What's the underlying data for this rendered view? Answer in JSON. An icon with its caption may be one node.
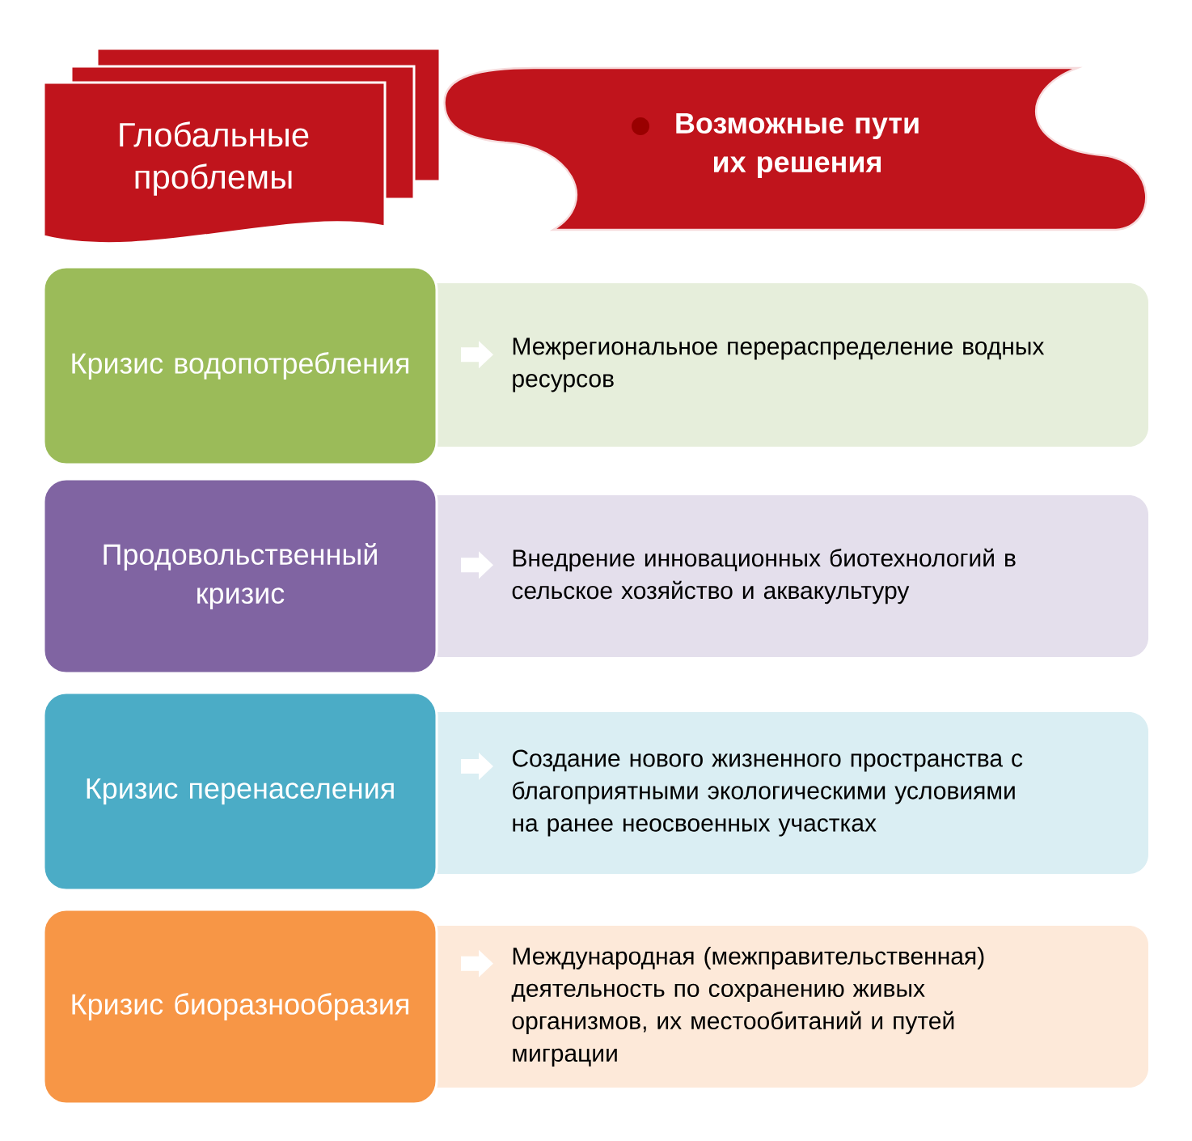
{
  "diagram": {
    "nodes": [
      {
        "text": [
          "Глобальные проблемы"
        ]
      },
      {
        "text": [
          "Возможные пути их решения"
        ]
      },
      {
        "text": [
          "Кризис водопотребления"
        ]
      },
      {
        "text": [
          "Межрегиональное перераспределение водных ресурсов"
        ]
      },
      {
        "text": [
          "Продовольственный кризис"
        ]
      },
      {
        "text": [
          "Внедрение инновационных биотехнологий в сельское хозяйство и аквакультуру"
        ]
      },
      {
        "text": [
          "Кризис перенаселения"
        ]
      },
      {
        "text": [
          "Создание нового жизненного пространства с благоприятными экологическими условиями на ранее неосвоенных участках"
        ]
      },
      {
        "text": [
          "Кризис биоразнообразия"
        ]
      },
      {
        "text": [
          "Международная (межправительственная) деятельность по сохранению живых организмов, их местообитаний и путей миграции"
        ]
      }
    ]
  }
}
